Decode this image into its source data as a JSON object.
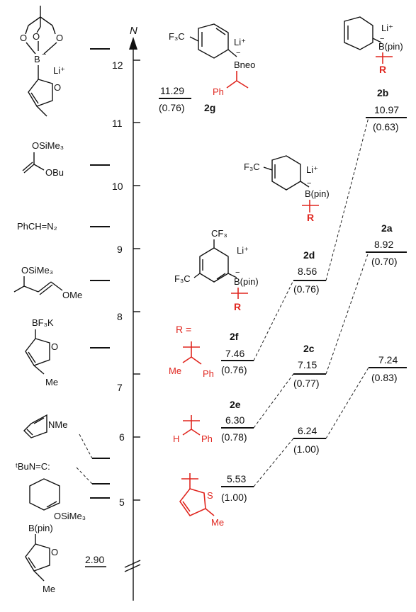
{
  "axis": {
    "label": "N",
    "ticks": [
      "12",
      "11",
      "10",
      "9",
      "8",
      "7",
      "6",
      "5"
    ]
  },
  "nucleophiles": {
    "borate_lithium": "Li⁺",
    "borate_B": "B",
    "borate_minus": "−",
    "borate_O": "O",
    "silyl1_top": "OSiMe₃",
    "silyl1_bottom": "OBu",
    "diazo": "PhCH=N₂",
    "silyl2_top": "OSiMe₃",
    "silyl2_bottom": "OMe",
    "trifluoroborate": "BF₃K",
    "trifluoroborate_me": "Me",
    "pyrrole": "NMe",
    "isocyanide": "ᵗBuN=C:",
    "cyclohexenyl": "OSiMe₃",
    "pinacol_boronate": "B(pin)",
    "pinacol_boronate_me": "Me",
    "pinacol_boronate_value": "2.90"
  },
  "structures": {
    "s2g_cf3": "F₃C",
    "s2g_li": "Li⁺",
    "s2g_b": "Bneo",
    "s2g_minus": "−",
    "s2g_ph": "Ph",
    "s2g_label": "2g",
    "s2b_li": "Li⁺",
    "s2b_b": "B(pin)",
    "s2b_minus": "−",
    "s2b_r": "R",
    "s2b2_cf3": "F₃C",
    "s2b2_li": "Li⁺",
    "s2b2_b": "B(pin)",
    "s2b2_minus": "−",
    "s2b2_r": "R",
    "s2a_cf3_top": "CF₃",
    "s2a_cf3_left": "F₃C",
    "s2a_li": "Li⁺",
    "s2a_b": "B(pin)",
    "s2a_minus": "−",
    "s2a_r": "R",
    "r_equals": "R =",
    "r1_me": "Me",
    "r1_ph": "Ph",
    "r2_h": "H",
    "r2_ph": "Ph",
    "r3_s": "S",
    "r3_me": "Me"
  },
  "levels": {
    "2g_value": "11.29",
    "2g_sn": "(0.76)",
    "2b_label": "2b",
    "2b_value": "10.97",
    "2b_sn": "(0.63)",
    "2a_label": "2a",
    "2a_value": "8.92",
    "2a_sn": "(0.70)",
    "2d_label": "2d",
    "2d_value": "8.56",
    "2d_sn": "(0.76)",
    "2f_label": "2f",
    "2f_value": "7.46",
    "2f_sn": "(0.76)",
    "2c_label": "2c",
    "2c_value": "7.15",
    "2c_sn": "(0.77)",
    "x3_value": "7.24",
    "x3_sn": "(0.83)",
    "2e_label": "2e",
    "2e_value": "6.30",
    "2e_sn": "(0.78)",
    "x2_value": "6.24",
    "x2_sn": "(1.00)",
    "x1_value": "5.53",
    "x1_sn": "(1.00)"
  }
}
